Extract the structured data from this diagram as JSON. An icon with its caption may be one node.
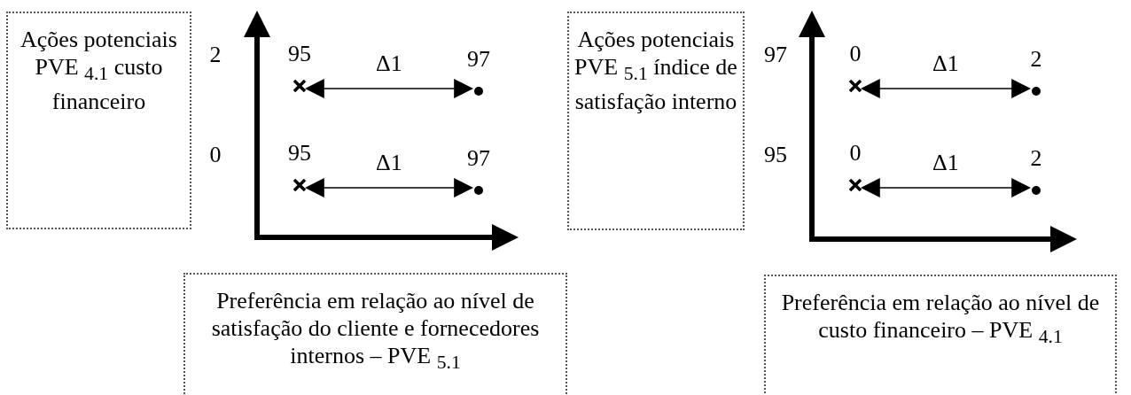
{
  "diagram": {
    "nodes": [
      {
        "text": [
          "Ações potenciais PVE $_{4.1}$ custo financeiro"
        ]
      },
      {
        "text": [],
        "shape": "cross",
        "beside": [
          "95"
        ]
      },
      {
        "text": [],
        "shape": "circle",
        "beside": [
          "97"
        ]
      },
      {
        "text": [],
        "shape": "cross",
        "beside": [
          "95"
        ]
      },
      {
        "text": [],
        "shape": "circle",
        "beside": [
          "97"
        ]
      },
      {
        "text": [
          "Ações potenciais PVE $_{5.1}$ índice de satisfação interno"
        ]
      },
      {
        "text": [],
        "shape": "cross",
        "beside": [
          "0"
        ]
      },
      {
        "text": [],
        "shape": "circle",
        "beside": [
          "2"
        ]
      },
      {
        "text": [],
        "shape": "cross",
        "beside": [
          "0"
        ]
      },
      {
        "text": [],
        "shape": "circle",
        "beside": [
          "2"
        ]
      },
      {
        "text": [
          "Preferência em relação ao nível de satisfação do cliente e fornecedores internos – PVE $_{5.1}$"
        ]
      },
      {
        "text": [
          "Preferência em relação ao nível de custo financeiro – PVE $_{4.1}$"
        ]
      }
    ],
    "edges": [
      {
        "from": 1,
        "to": 2,
        "arrow": "both",
        "label": "Δ1"
      },
      {
        "from": 3,
        "to": 4,
        "arrow": "both",
        "label": "Δ1"
      },
      {
        "from": 6,
        "to": 7,
        "arrow": "both",
        "label": "Δ1"
      },
      {
        "from": 8,
        "to": 9,
        "arrow": "both",
        "label": "Δ1"
      }
    ],
    "labels": [
      "2",
      "0",
      "97",
      "95"
    ]
  }
}
